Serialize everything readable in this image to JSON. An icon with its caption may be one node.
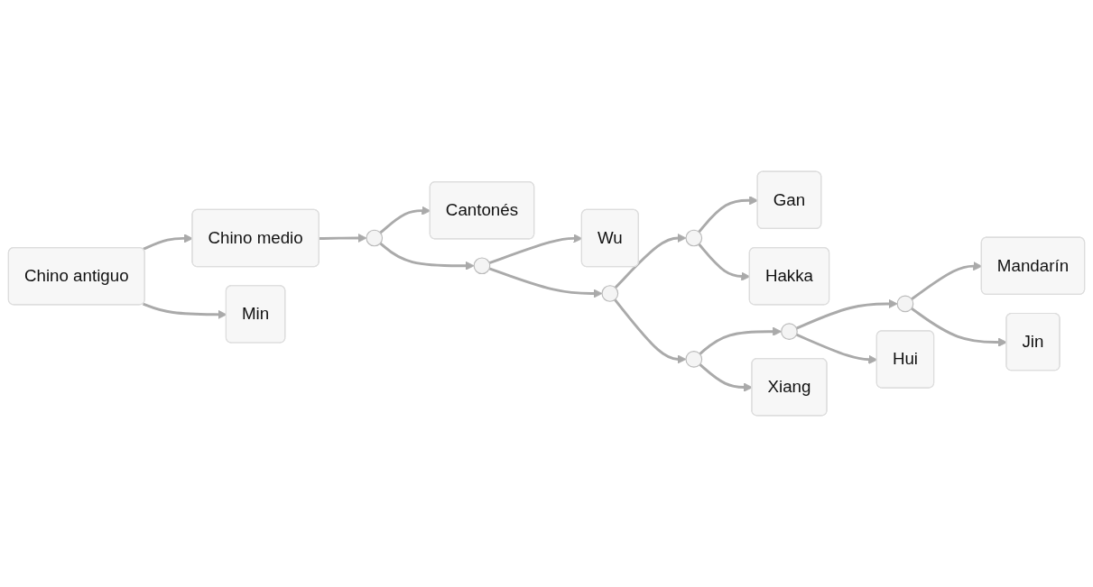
{
  "diagram": {
    "nodes": [
      {
        "text": [
          "Chino antiguo"
        ]
      },
      {
        "text": [
          "Chino medio"
        ]
      },
      {
        "text": [],
        "shape": "circle"
      },
      {
        "text": [],
        "shape": "circle"
      },
      {
        "text": [],
        "shape": "circle"
      },
      {
        "text": [],
        "shape": "circle"
      },
      {
        "text": [],
        "shape": "circle"
      },
      {
        "text": [],
        "shape": "circle"
      },
      {
        "text": [],
        "shape": "circle"
      },
      {
        "text": [
          "Cantonés"
        ]
      },
      {
        "text": [
          "Wu"
        ]
      },
      {
        "text": [
          "Gan"
        ]
      },
      {
        "text": [
          "Hakka"
        ]
      },
      {
        "text": [
          "Mandarín"
        ]
      },
      {
        "text": [
          "Jin"
        ]
      },
      {
        "text": [
          "Hui"
        ]
      },
      {
        "text": [
          "Xiang"
        ]
      },
      {
        "text": [
          "Min"
        ]
      }
    ],
    "edges": [
      {
        "from": 0,
        "to": 1,
        "arrow": "to"
      },
      {
        "from": 0,
        "to": 17,
        "arrow": "to"
      },
      {
        "from": 1,
        "to": 2,
        "arrow": "to"
      },
      {
        "from": 2,
        "to": 9,
        "arrow": "to"
      },
      {
        "from": 2,
        "to": 3,
        "arrow": "to"
      },
      {
        "from": 3,
        "to": 10,
        "arrow": "to"
      },
      {
        "from": 3,
        "to": 4,
        "arrow": "to"
      },
      {
        "from": 4,
        "to": 7,
        "arrow": "to"
      },
      {
        "from": 4,
        "to": 5,
        "arrow": "to"
      },
      {
        "from": 7,
        "to": 11,
        "arrow": "to"
      },
      {
        "from": 7,
        "to": 12,
        "arrow": "to"
      },
      {
        "from": 5,
        "to": 6,
        "arrow": "to"
      },
      {
        "from": 5,
        "to": 16,
        "arrow": "to"
      },
      {
        "from": 6,
        "to": 8,
        "arrow": "to"
      },
      {
        "from": 6,
        "to": 15,
        "arrow": "to"
      },
      {
        "from": 8,
        "to": 13,
        "arrow": "to"
      },
      {
        "from": 8,
        "to": 14,
        "arrow": "to"
      }
    ]
  }
}
